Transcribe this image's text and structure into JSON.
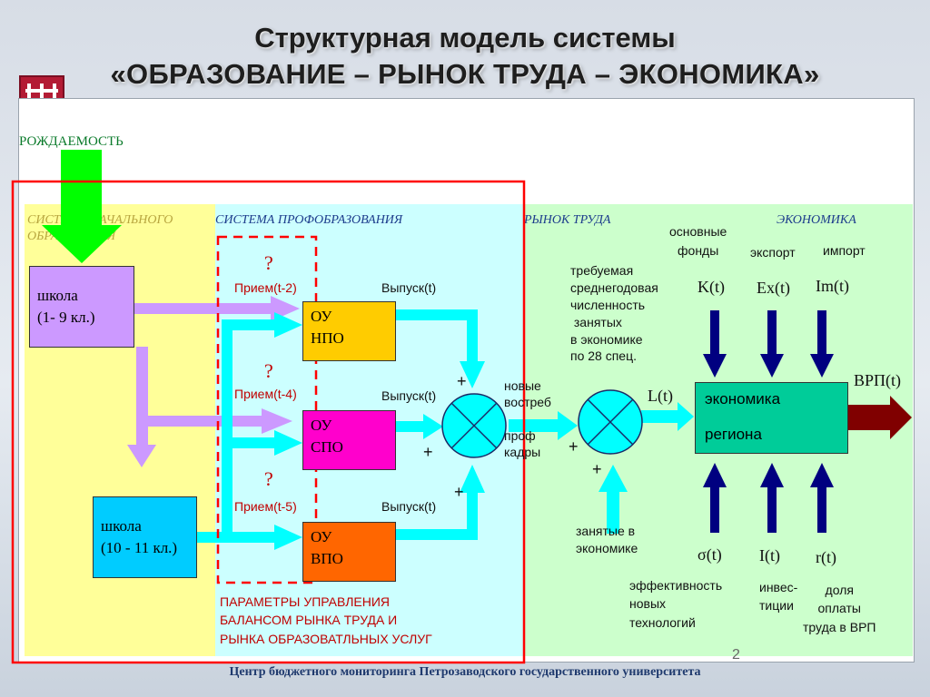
{
  "title": {
    "line1": "Структурная модель системы",
    "line2": "«ОБРАЗОВАНИЕ – РЫНОК ТРУДА – ЭКОНОМИКА»"
  },
  "birth_rate": "РОЖДАЕМОСТЬ",
  "sections": {
    "primary": "СИСТЕМА НАЧАЛЬНОГО ОБРАЗОВАНИЯ",
    "vocational": "СИСТЕМА ПРОФОБРАЗОВАНИЯ",
    "labor_market": "РЫНОК ТРУДА",
    "economy": "ЭКОНОМИКА"
  },
  "schools": {
    "school1": "школа\n(1- 9 кл.)",
    "school2": "школа\n(10 - 11 кл.)"
  },
  "institutions": [
    {
      "name": "ОУ\nНПО",
      "color": "#ffcc00",
      "intake": "Прием(t-2)",
      "output": "Выпуск(t)"
    },
    {
      "name": "ОУ\nСПО",
      "color": "#ff00cc",
      "intake": "Прием(t-4)",
      "output": "Выпуск(t)"
    },
    {
      "name": "ОУ\nВПО",
      "color": "#ff6600",
      "intake": "Прием(t-5)",
      "output": "Выпуск(t)"
    }
  ],
  "question_mark": "?",
  "plus": "+",
  "new_demand": "новые\nвостреб\n\nпроф\nкадры",
  "required_labor": "требуемая\nсреднегодовая\nчисленность\n занятых\nв экономике\nпо 28 спец.",
  "employed": "занятые в\nэкономике",
  "L": "L(t)",
  "economy_box": "экономика\n\nрегиона",
  "grp": "ВРП(t)",
  "top_inputs": {
    "fixed_assets": "основные\nфонды",
    "export": "экспорт",
    "import": "импорт",
    "K": "K(t)",
    "Ex": "Ex(t)",
    "Im": "Im(t)"
  },
  "bottom_inputs": {
    "sigma": "σ(t)",
    "I": "I(t)",
    "r": "r(t)",
    "efficiency": "эффективность\nновых\nтехнологий",
    "investment": "инвес-\nтиции",
    "wage_share": "доля\nоплаты\nтруда в ВРП"
  },
  "control_params": "ПАРАМЕТРЫ УПРАВЛЕНИЯ\nБАЛАНСОМ РЫНКА ТРУДА И\nРЫНКА ОБРАЗОВАТЛЬНЫХ УСЛУГ",
  "page_number": "2",
  "footer": "Центр бюджетного мониторинга Петрозаводского государственного университета",
  "colors": {
    "primary_bg": "#ffff99",
    "vocational_bg": "#ccffff",
    "market_bg": "#ccffcc",
    "arrow_cyan": "#00ffff",
    "arrow_lilac": "#cc99ff",
    "arrow_navy": "#000080",
    "arrow_green": "#00ff00",
    "red_frame": "#ff0000"
  }
}
